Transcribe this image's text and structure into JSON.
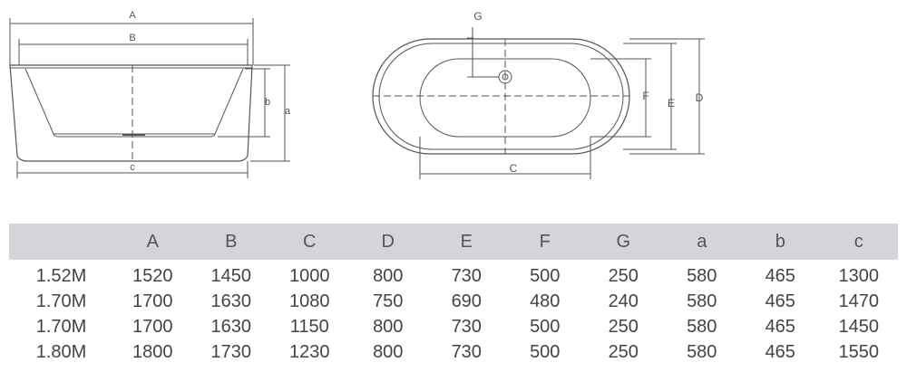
{
  "diagram": {
    "side_view_labels": {
      "A": "A",
      "B": "B",
      "a": "a",
      "b": "b",
      "c": "c"
    },
    "top_view_labels": {
      "G": "G",
      "F": "F",
      "E": "E",
      "D": "D",
      "C": "C"
    },
    "line_color": "#555555"
  },
  "table": {
    "header_bg": "#d3d5d9",
    "columns": [
      "",
      "A",
      "B",
      "C",
      "D",
      "E",
      "F",
      "G",
      "a",
      "b",
      "c"
    ],
    "rows": [
      [
        "1.52M",
        "1520",
        "1450",
        "1000",
        "800",
        "730",
        "500",
        "250",
        "580",
        "465",
        "1300"
      ],
      [
        "1.70M",
        "1700",
        "1630",
        "1080",
        "750",
        "690",
        "480",
        "240",
        "580",
        "465",
        "1470"
      ],
      [
        "1.70M",
        "1700",
        "1630",
        "1150",
        "800",
        "730",
        "500",
        "250",
        "580",
        "465",
        "1450"
      ],
      [
        "1.80M",
        "1800",
        "1730",
        "1230",
        "800",
        "730",
        "500",
        "250",
        "580",
        "465",
        "1550"
      ]
    ]
  }
}
